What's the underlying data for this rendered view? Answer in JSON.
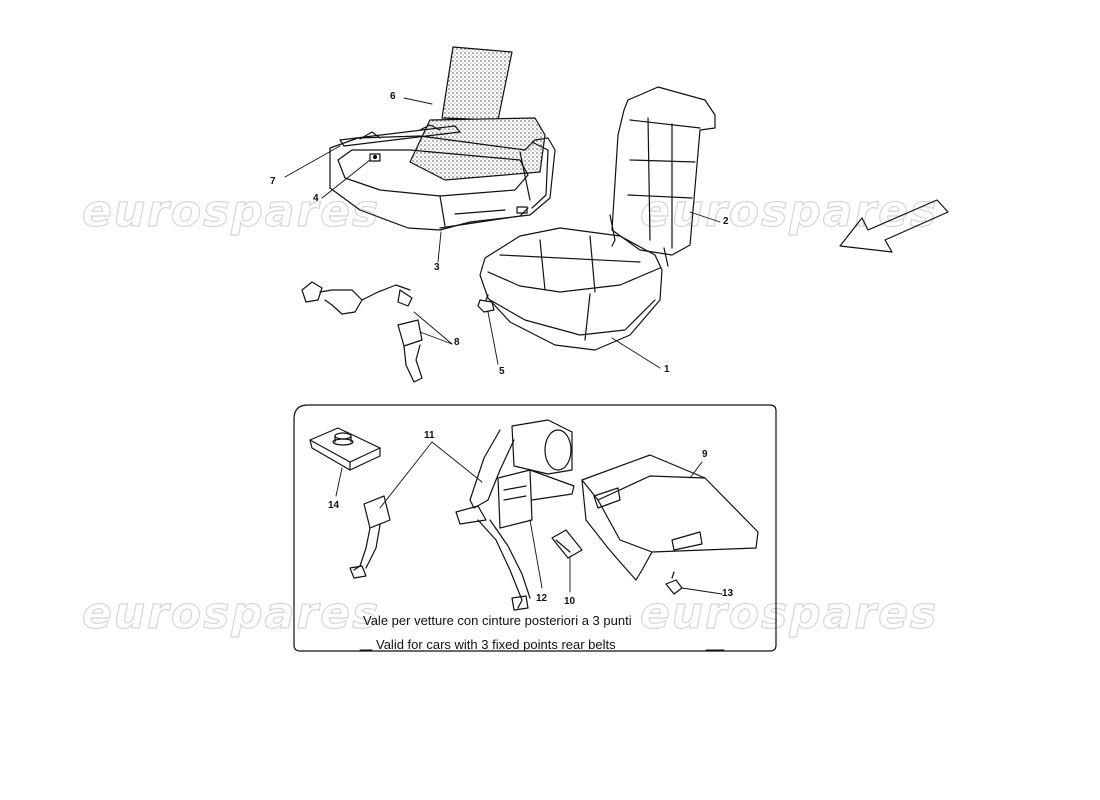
{
  "watermark": "eurospares",
  "callouts": {
    "c1": "1",
    "c2": "2",
    "c3": "3",
    "c4": "4",
    "c5": "5",
    "c6": "6",
    "c7": "7",
    "c8": "8",
    "c9": "9",
    "c10": "10",
    "c11": "11",
    "c12": "12",
    "c13": "13",
    "c14": "14"
  },
  "inset": {
    "caption_it": "Vale per vetture con cinture posteriori a 3 punti",
    "caption_en": "Valid for cars with 3 fixed points rear belts"
  },
  "colors": {
    "line": "#111111",
    "watermark": "#d6d6d6"
  }
}
